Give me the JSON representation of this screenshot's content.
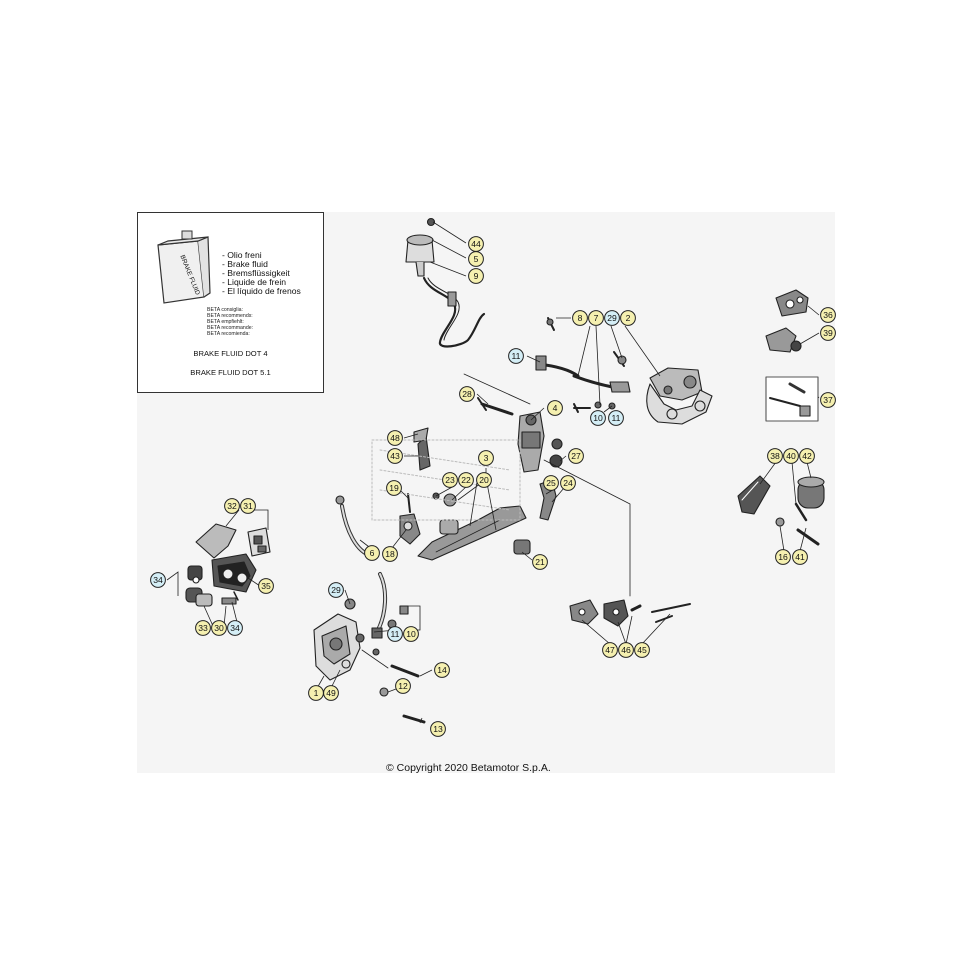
{
  "legend": {
    "can_label": "BRAKE FLUID",
    "fluid_names": [
      "- Olio freni",
      "- Brake fluid",
      "- Bremsflüssigkeit",
      "- Liquide de frein",
      "- El líquido de frenos"
    ],
    "recommendations": [
      "BETA consiglia:",
      "BETA recommends:",
      "BETA empfiehlt:",
      "BETA recommande:",
      "BETA recomienda:"
    ],
    "fluid_specs": [
      "BRAKE FLUID DOT 4",
      "BRAKE FLUID DOT 5.1"
    ]
  },
  "callouts": [
    {
      "n": "44",
      "c": "y"
    },
    {
      "n": "5",
      "c": "y"
    },
    {
      "n": "9",
      "c": "y"
    },
    {
      "n": "8",
      "c": "y"
    },
    {
      "n": "7",
      "c": "y"
    },
    {
      "n": "29",
      "c": "b"
    },
    {
      "n": "2",
      "c": "y"
    },
    {
      "n": "11",
      "c": "b"
    },
    {
      "n": "10",
      "c": "b"
    },
    {
      "n": "11",
      "c": "b"
    },
    {
      "n": "28",
      "c": "y"
    },
    {
      "n": "4",
      "c": "y"
    },
    {
      "n": "27",
      "c": "y"
    },
    {
      "n": "48",
      "c": "y"
    },
    {
      "n": "43",
      "c": "y"
    },
    {
      "n": "3",
      "c": "y"
    },
    {
      "n": "23",
      "c": "y"
    },
    {
      "n": "22",
      "c": "y"
    },
    {
      "n": "20",
      "c": "y"
    },
    {
      "n": "25",
      "c": "y"
    },
    {
      "n": "24",
      "c": "y"
    },
    {
      "n": "19",
      "c": "y"
    },
    {
      "n": "6",
      "c": "y"
    },
    {
      "n": "18",
      "c": "y"
    },
    {
      "n": "21",
      "c": "y"
    },
    {
      "n": "32",
      "c": "y"
    },
    {
      "n": "31",
      "c": "y"
    },
    {
      "n": "34",
      "c": "b"
    },
    {
      "n": "35",
      "c": "y"
    },
    {
      "n": "33",
      "c": "y"
    },
    {
      "n": "30",
      "c": "y"
    },
    {
      "n": "34",
      "c": "b"
    },
    {
      "n": "29",
      "c": "b"
    },
    {
      "n": "11",
      "c": "b"
    },
    {
      "n": "10",
      "c": "y"
    },
    {
      "n": "14",
      "c": "y"
    },
    {
      "n": "12",
      "c": "y"
    },
    {
      "n": "1",
      "c": "y"
    },
    {
      "n": "49",
      "c": "y"
    },
    {
      "n": "13",
      "c": "y"
    },
    {
      "n": "36",
      "c": "y"
    },
    {
      "n": "39",
      "c": "y"
    },
    {
      "n": "37",
      "c": "y"
    },
    {
      "n": "38",
      "c": "y"
    },
    {
      "n": "40",
      "c": "y"
    },
    {
      "n": "42",
      "c": "y"
    },
    {
      "n": "16",
      "c": "y"
    },
    {
      "n": "41",
      "c": "y"
    },
    {
      "n": "47",
      "c": "y"
    },
    {
      "n": "46",
      "c": "y"
    },
    {
      "n": "45",
      "c": "y"
    }
  ],
  "colors": {
    "yellow_fill": "#f5f0b0",
    "blue_fill": "#d4eef6",
    "outline": "#222222",
    "panel": "#f5f5f5"
  },
  "copyright": "© Copyright 2020 Betamotor S.p.A."
}
